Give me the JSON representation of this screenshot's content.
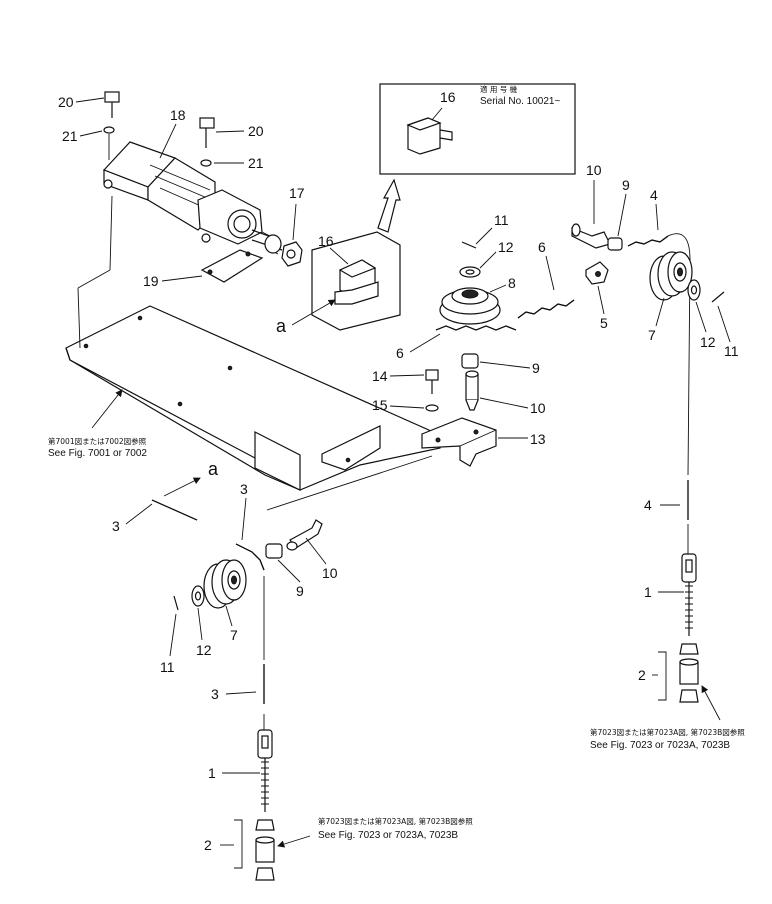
{
  "serial_inset": {
    "jp": "適 用 号 機",
    "en": "Serial No. 10021~",
    "part": "16"
  },
  "notes": {
    "fig7001_jp": "第7001図または7002図参照",
    "fig7001_en": "See Fig. 7001 or 7002",
    "fig7023_jp": "第7023図または第7023A図, 第7023B図参照",
    "fig7023_en": "See Fig. 7023 or 7023A, 7023B"
  },
  "callouts": {
    "c20a": "20",
    "c21a": "21",
    "c18": "18",
    "c20b": "20",
    "c21b": "21",
    "c17": "17",
    "c19": "19",
    "c16": "16",
    "c_a1": "a",
    "c11a": "11",
    "c12a": "12",
    "c8": "8",
    "c6a": "6",
    "c6b": "6",
    "c10a": "10",
    "c9a": "9",
    "c4a": "4",
    "c5": "5",
    "c7a": "7",
    "c12b": "12",
    "c11b": "11",
    "c9b": "9",
    "c14": "14",
    "c10b": "10",
    "c15": "15",
    "c13": "13",
    "c_a2": "a",
    "c3a": "3",
    "c3b": "3",
    "c10c": "10",
    "c9c": "9",
    "c12c": "12",
    "c7b": "7",
    "c11c": "11",
    "c3c": "3",
    "c1a": "1",
    "c2a": "2",
    "c4b": "4",
    "c1b": "1",
    "c2b": "2"
  }
}
